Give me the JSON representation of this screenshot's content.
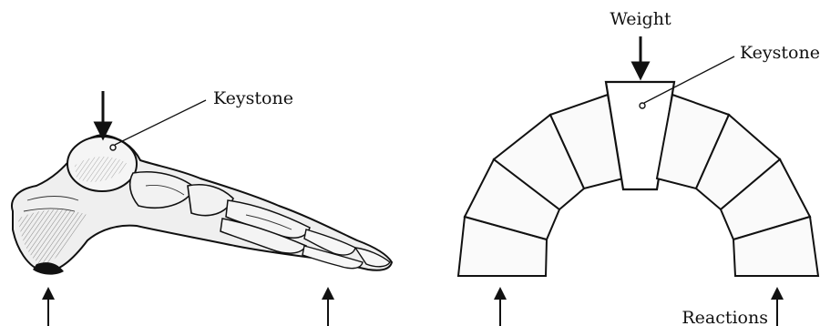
{
  "foot": {
    "keystone_label": "Keystone"
  },
  "arch": {
    "weight_label": "Weight",
    "keystone_label": "Keystone",
    "reactions_label": "Reactions"
  },
  "colors": {
    "ink": "#111111",
    "bone_fill": "#f2f2f2",
    "block_fill": "#fafafa"
  }
}
